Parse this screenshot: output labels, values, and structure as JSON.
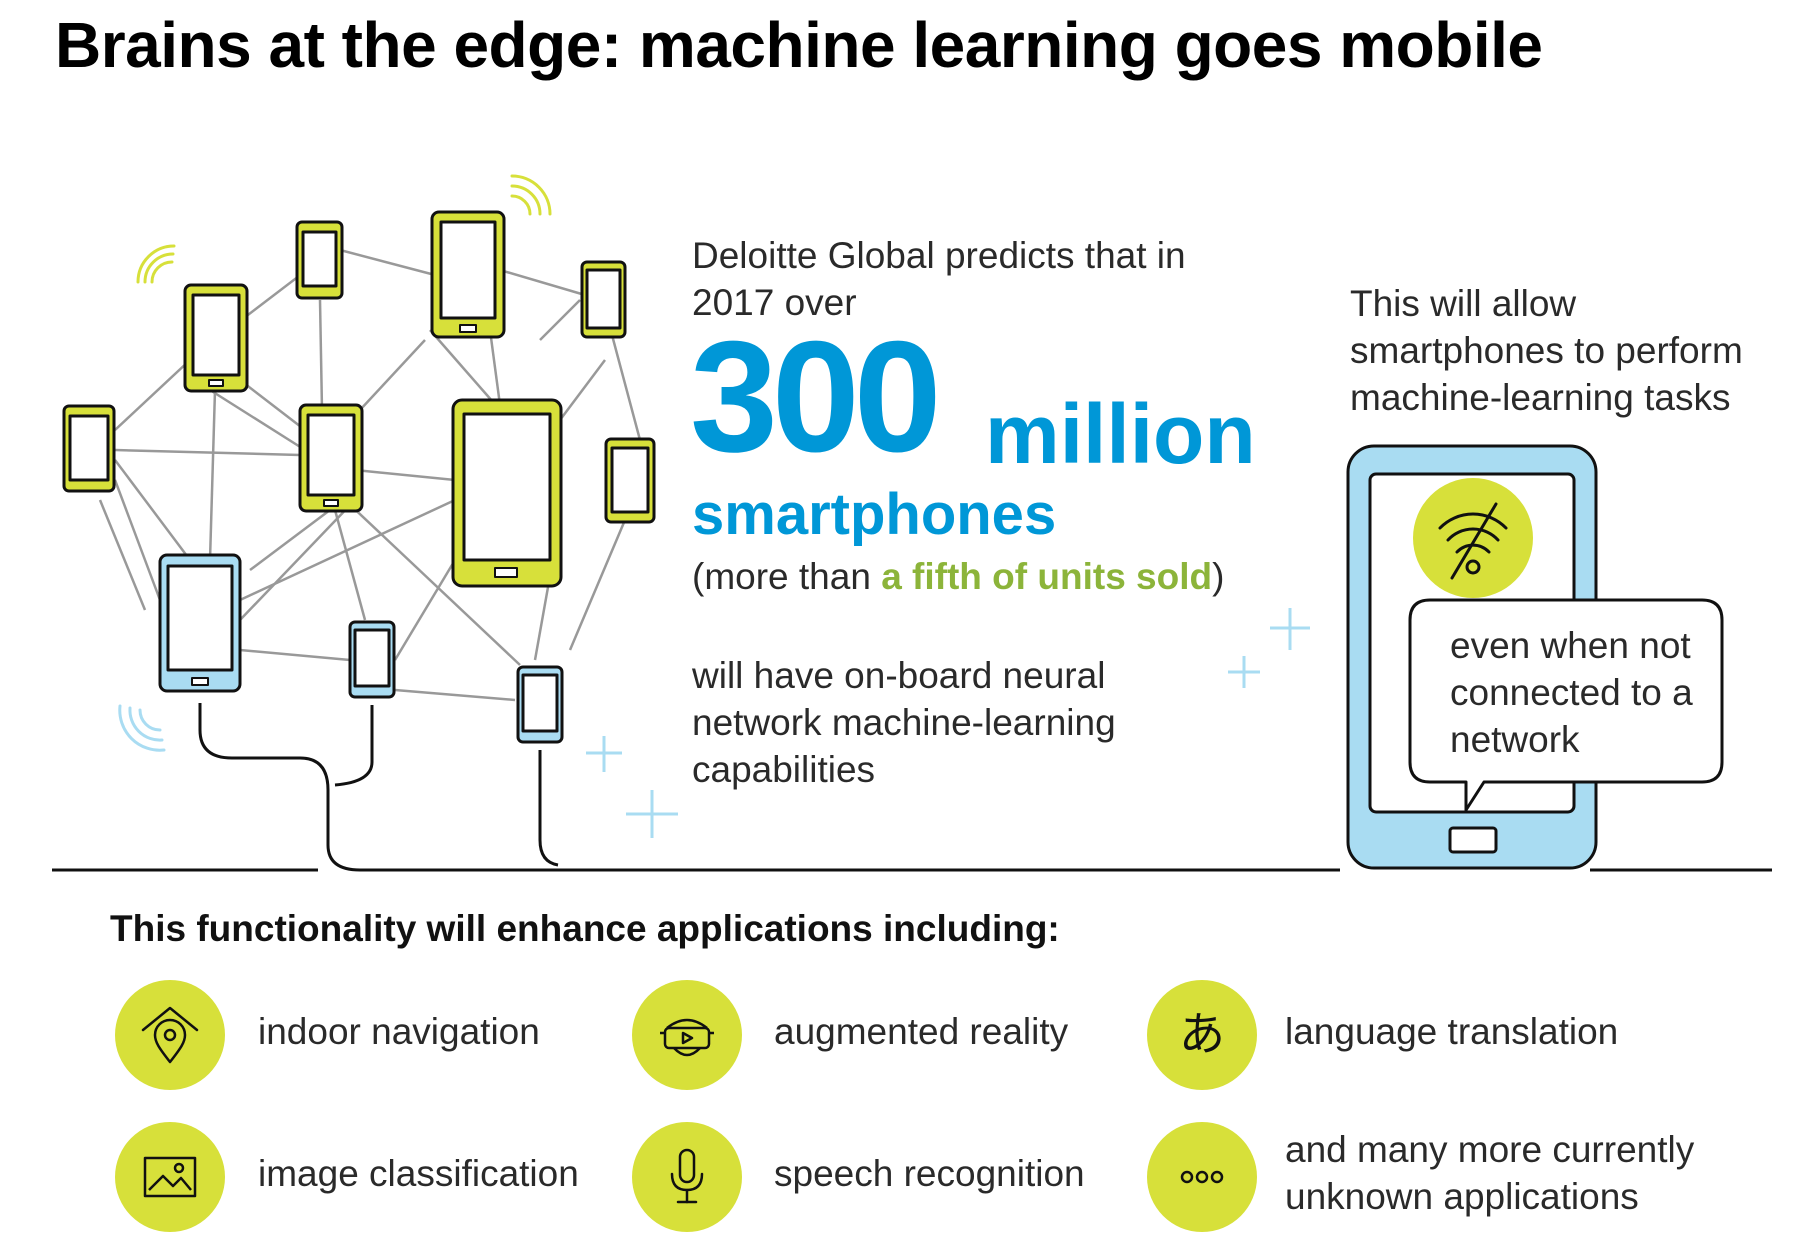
{
  "title": "Brains at the edge: machine learning goes mobile",
  "prediction": {
    "intro": "Deloitte Global predicts that in 2017 over",
    "number": "300",
    "unit": "million",
    "noun": "smartphones",
    "note_open": "(more than ",
    "note_highlight": "a fifth of units sold",
    "note_close": ")",
    "capabilities": "will have on-board neural network machine-learning capabilities"
  },
  "offline": {
    "allow": "This will allow smartphones to perform machine-learning tasks",
    "bubble": "even when not connected to a network"
  },
  "apps": {
    "heading": "This functionality will enhance applications including:",
    "items": [
      {
        "label": "indoor navigation",
        "icon": "location-pin-home-icon"
      },
      {
        "label": "augmented reality",
        "icon": "vr-headset-icon"
      },
      {
        "label": "language translation",
        "icon": "hiragana-a-icon"
      },
      {
        "label": "image classification",
        "icon": "image-icon"
      },
      {
        "label": "speech recognition",
        "icon": "microphone-icon"
      },
      {
        "label": "and many more currently unknown applications",
        "icon": "ellipsis-icon"
      }
    ]
  },
  "colors": {
    "blue": "#0097d7",
    "light_blue": "#a9dcf2",
    "lime": "#d7e03a",
    "green_text": "#8cb43a"
  }
}
